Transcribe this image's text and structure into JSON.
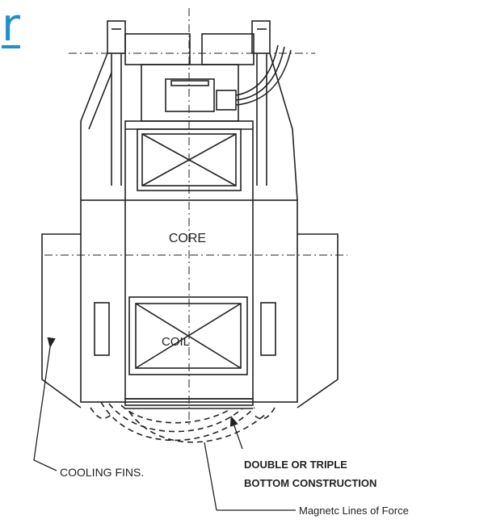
{
  "link_fragment": "r",
  "labels": {
    "core": "CORE",
    "coil": "COIL",
    "cooling_fins": "COOLING  FINS.",
    "bottom_line1": "DOUBLE OR TRIPLE",
    "bottom_line2": "BOTTOM CONSTRUCTION",
    "magnetic": "Magnetc Lines of Force"
  },
  "colors": {
    "link": "#1f8fd1",
    "ink": "#222222"
  }
}
